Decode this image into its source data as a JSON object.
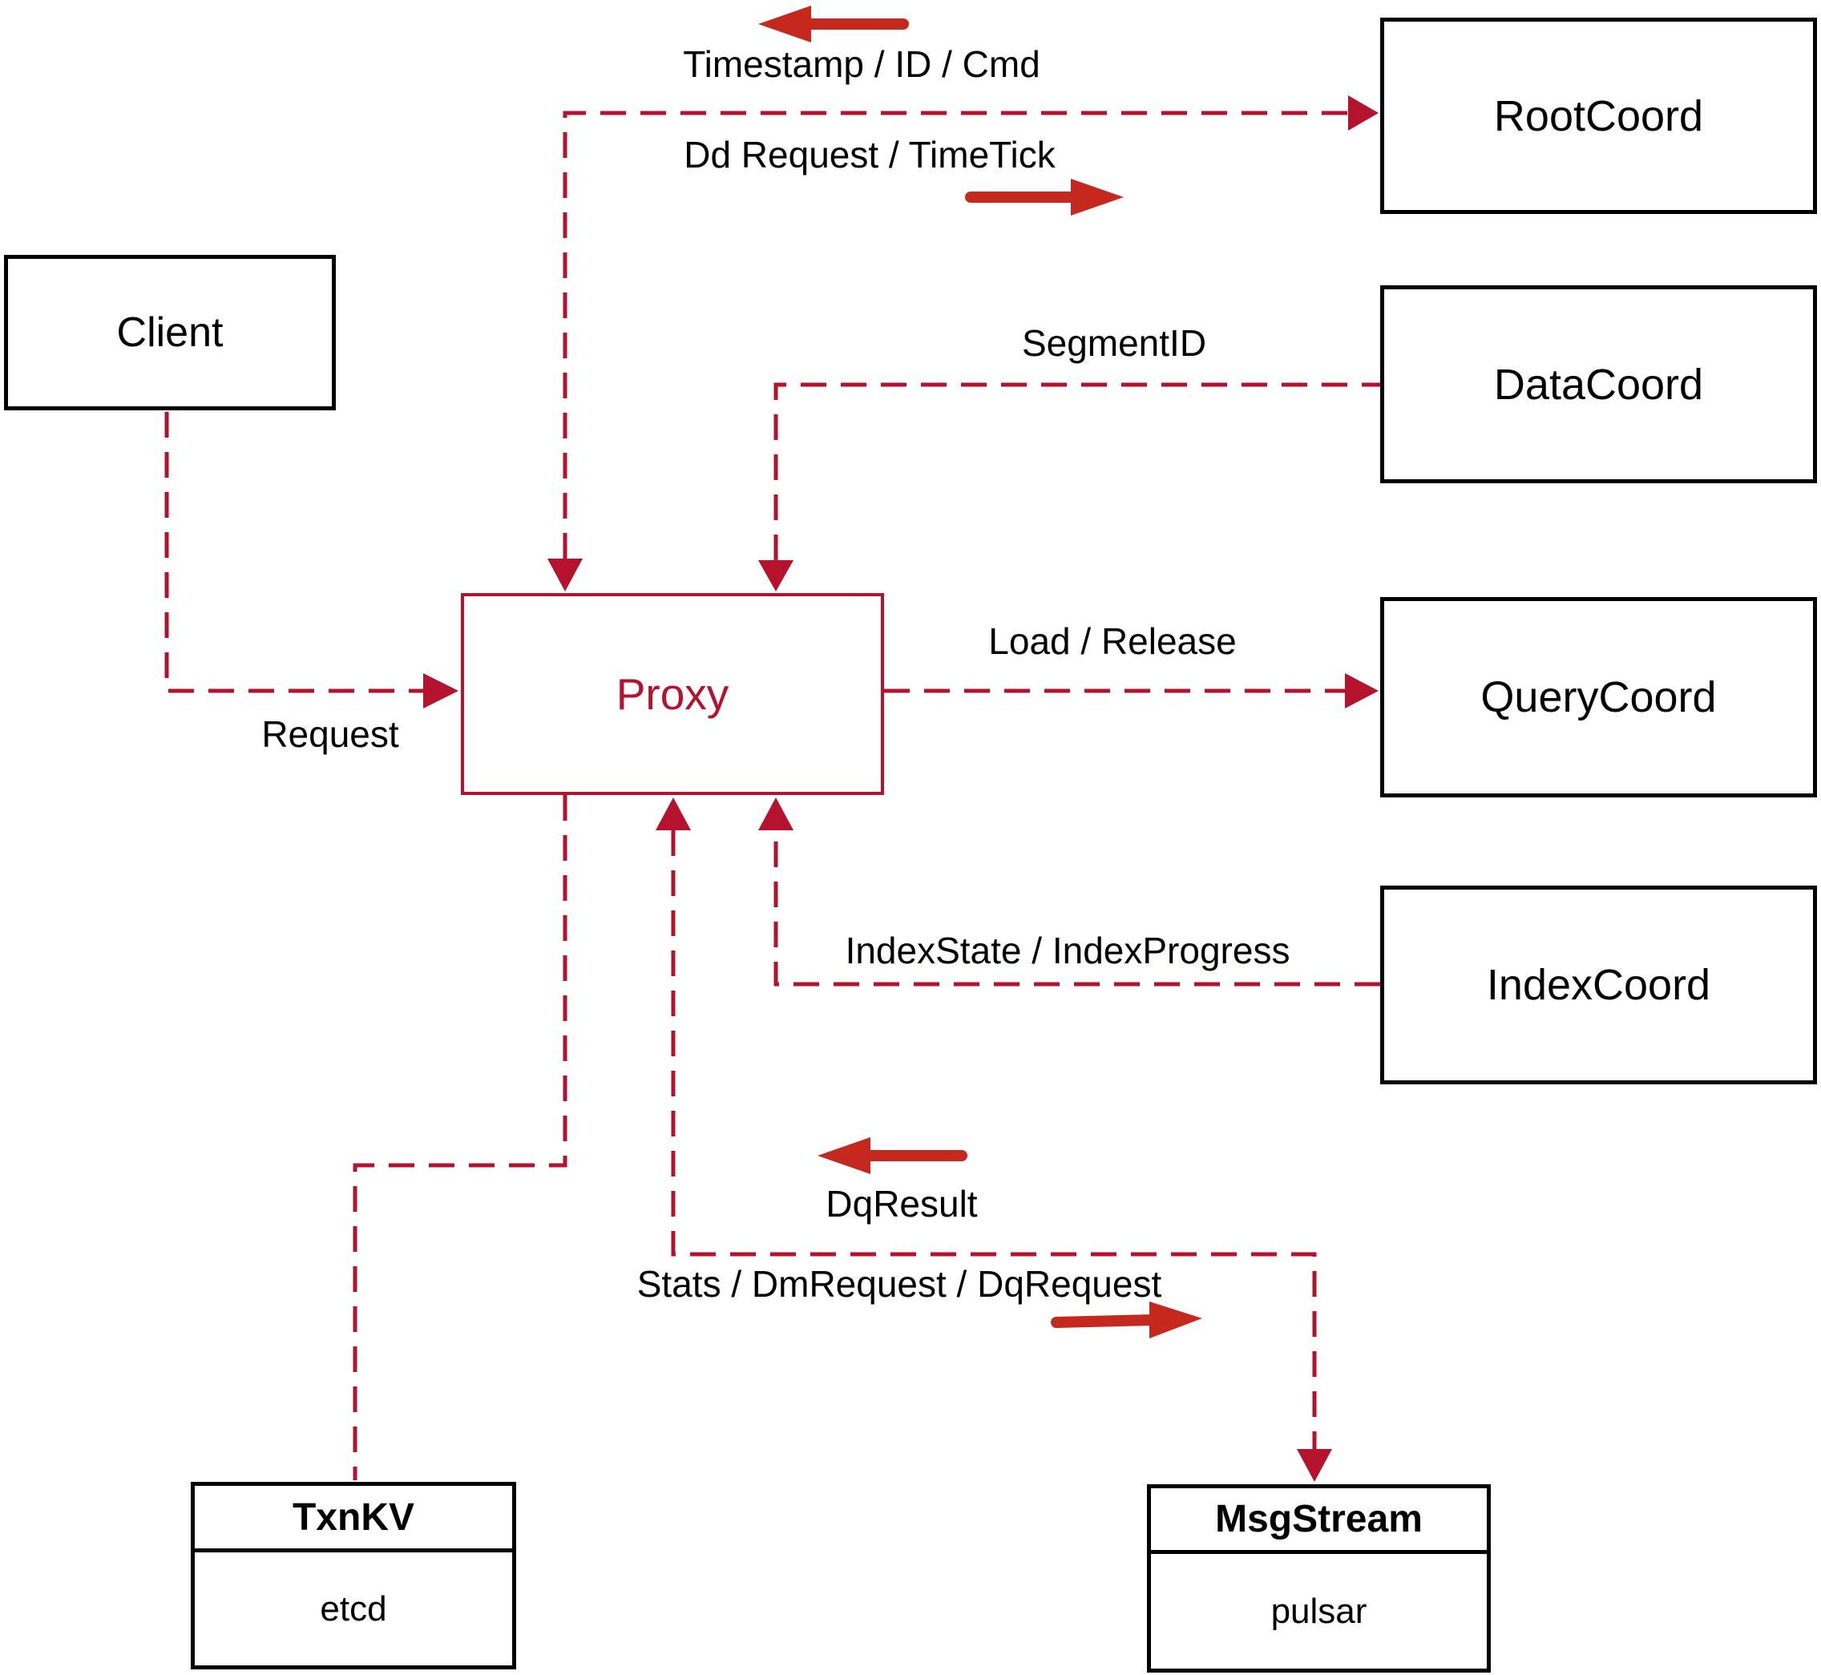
{
  "diagram": {
    "nodes": {
      "client": {
        "label": "Client"
      },
      "proxy": {
        "label": "Proxy"
      },
      "root_coord": {
        "label": "RootCoord"
      },
      "data_coord": {
        "label": "DataCoord"
      },
      "query_coord": {
        "label": "QueryCoord"
      },
      "index_coord": {
        "label": "IndexCoord"
      },
      "txn_kv": {
        "title": "TxnKV",
        "subtitle": "etcd"
      },
      "msg_stream": {
        "title": "MsgStream",
        "subtitle": "pulsar"
      }
    },
    "edge_labels": {
      "timestamp_id_cmd": "Timestamp / ID / Cmd",
      "dd_request_timetick": "Dd Request / TimeTick",
      "segment_id": "SegmentID",
      "request": "Request",
      "load_release": "Load / Release",
      "index_state_progress": "IndexState / IndexProgress",
      "dq_result": "DqResult",
      "stats_dm_dq": "Stats / DmRequest / DqRequest"
    },
    "colors": {
      "dashed_line": "#b5122e",
      "solid_arrow": "#c5281c",
      "box_border": "#000000",
      "proxy_accent": "#b5122e",
      "background": "#ffffff"
    }
  }
}
